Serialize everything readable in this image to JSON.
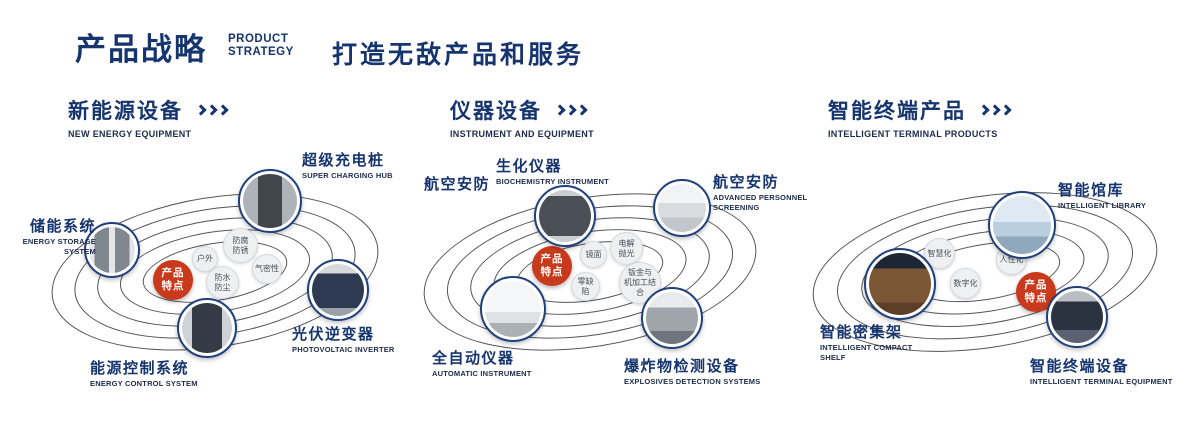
{
  "header": {
    "title_cn": "产品战略",
    "title_en_line1": "PRODUCT",
    "title_en_line2": "STRATEGY",
    "subtitle": "打造无敌产品和服务"
  },
  "icons": {
    "section_arrows": "triple-chevron-right"
  },
  "colors": {
    "navy": "#16356e",
    "red": "#c9391b"
  },
  "sections": [
    {
      "heading_cn": "新能源设备",
      "heading_en": "NEW ENERGY EQUIPMENT",
      "badge_line1": "产品",
      "badge_line2": "特点",
      "features": [
        "户外",
        "防腐\n防锈",
        "防水\n防尘",
        "气密性"
      ],
      "nodes": {
        "charging_cn": "超级充电桩",
        "charging_en": "SUPER CHARGING HUB",
        "storage_cn": "储能系统",
        "storage_en": "ENERGY STORAGE SYSTEM",
        "inverter_cn": "光伏逆变器",
        "inverter_en": "PHOTOVOLTAIC INVERTER",
        "control_cn": "能源控制系统",
        "control_en": "ENERGY CONTROL SYSTEM"
      }
    },
    {
      "heading_cn": "仪器设备",
      "heading_en": "INSTRUMENT AND EQUIPMENT",
      "badge_line1": "产品",
      "badge_line2": "特点",
      "features": [
        "镜面",
        "电解\n抛光",
        "零缺陷",
        "钣金与\n机加工结合"
      ],
      "nodes": {
        "aviation_cn": "航空安防",
        "biochem_cn": "生化仪器",
        "biochem_en": "BIOCHEMISTRY INSTRUMENT",
        "screening_cn": "航空安防",
        "screening_en": "ADVANCED PERSONNEL SCREENING",
        "automatic_cn": "全自动仪器",
        "automatic_en": "AUTOMATIC INSTRUMENT",
        "explosives_cn": "爆炸物检测设备",
        "explosives_en": "EXPLOSIVES DETECTION SYSTEMS"
      }
    },
    {
      "heading_cn": "智能终端产品",
      "heading_en": "INTELLIGENT TERMINAL PRODUCTS",
      "badge_line1": "产品",
      "badge_line2": "特点",
      "features": [
        "智慧化",
        "人性化",
        "数字化"
      ],
      "nodes": {
        "library_cn": "智能馆库",
        "library_en": "INTELLIGENT LIBRARY",
        "shelf_cn": "智能密集架",
        "shelf_en": "INTELLIGENT COMPACT SHELF",
        "terminal_cn": "智能终端设备",
        "terminal_en": "INTELLIGENT TERMINAL EQUIPMENT"
      }
    }
  ]
}
